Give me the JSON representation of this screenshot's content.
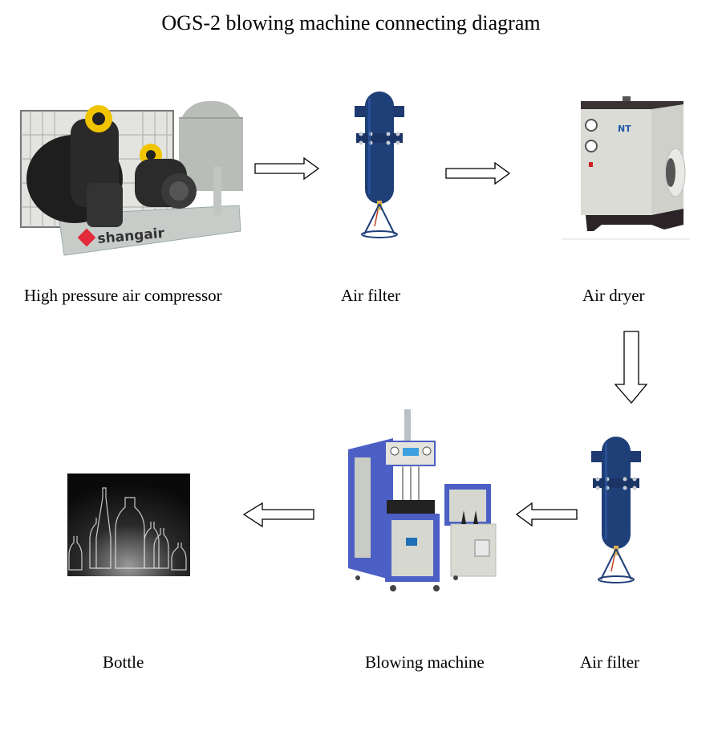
{
  "title": "OGS-2 blowing machine connecting diagram",
  "nodes": [
    {
      "id": "compressor",
      "label": "High pressure air compressor",
      "brand_text": "shangair",
      "icon": "air-compressor-icon"
    },
    {
      "id": "filter1",
      "label": "Air filter",
      "icon": "air-filter-icon"
    },
    {
      "id": "dryer",
      "label": "Air dryer",
      "brand_text": "NT",
      "icon": "air-dryer-icon"
    },
    {
      "id": "filter2",
      "label": "Air filter",
      "icon": "air-filter-icon"
    },
    {
      "id": "blower",
      "label": "Blowing machine",
      "icon": "blowing-machine-icon"
    },
    {
      "id": "bottle",
      "label": "Bottle",
      "icon": "bottles-icon"
    }
  ],
  "edges": [
    {
      "from": "compressor",
      "to": "filter1",
      "direction": "right"
    },
    {
      "from": "filter1",
      "to": "dryer",
      "direction": "right"
    },
    {
      "from": "dryer",
      "to": "filter2",
      "direction": "down"
    },
    {
      "from": "filter2",
      "to": "blower",
      "direction": "left"
    },
    {
      "from": "blower",
      "to": "bottle",
      "direction": "left"
    }
  ],
  "colors": {
    "filter_blue": "#1f3f78",
    "machine_blue": "#4c5fc4",
    "panel_grey": "#d6d8d0",
    "compressor_black": "#2a2a2a",
    "accent_yellow": "#f2c400",
    "tank_grey": "#b8bdb8",
    "dryer_body": "#dcdcd6",
    "dryer_base": "#2b2426"
  }
}
